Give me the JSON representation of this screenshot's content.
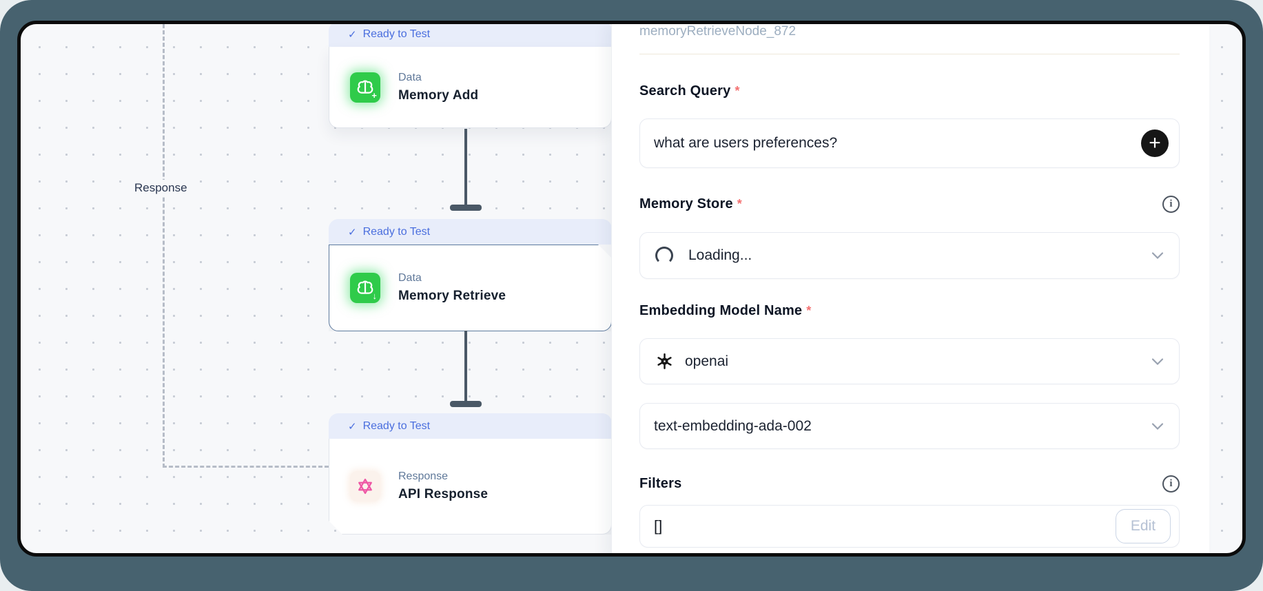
{
  "canvas": {
    "edge_label": "Response",
    "nodes": [
      {
        "status": "Ready to Test",
        "check": "✓",
        "category": "Data",
        "title": "Memory Add"
      },
      {
        "status": "Ready to Test",
        "check": "✓",
        "category": "Data",
        "title": "Memory Retrieve"
      },
      {
        "status": "Ready to Test",
        "check": "✓",
        "category": "Response",
        "title": "API Response"
      }
    ]
  },
  "panel": {
    "node_id": "memoryRetrieveNode_872",
    "search_query": {
      "label": "Search Query",
      "required": "*",
      "value": "what are users preferences?"
    },
    "memory_store": {
      "label": "Memory Store",
      "required": "*",
      "value": "Loading...",
      "info": "i"
    },
    "embedding": {
      "label": "Embedding Model Name",
      "required": "*",
      "provider": "openai",
      "model": "text-embedding-ada-002"
    },
    "filters": {
      "label": "Filters",
      "value": "[]",
      "edit_label": "Edit",
      "info": "i"
    }
  },
  "colors": {
    "node_green": "#2fcb4a",
    "node_pink": "#ee58a5",
    "badge_blue": "#4a6ede",
    "connector": "#4a5866",
    "canvas_bg": "#f7f8fa",
    "outer_bg": "#47626f",
    "required_red": "#f47171"
  }
}
